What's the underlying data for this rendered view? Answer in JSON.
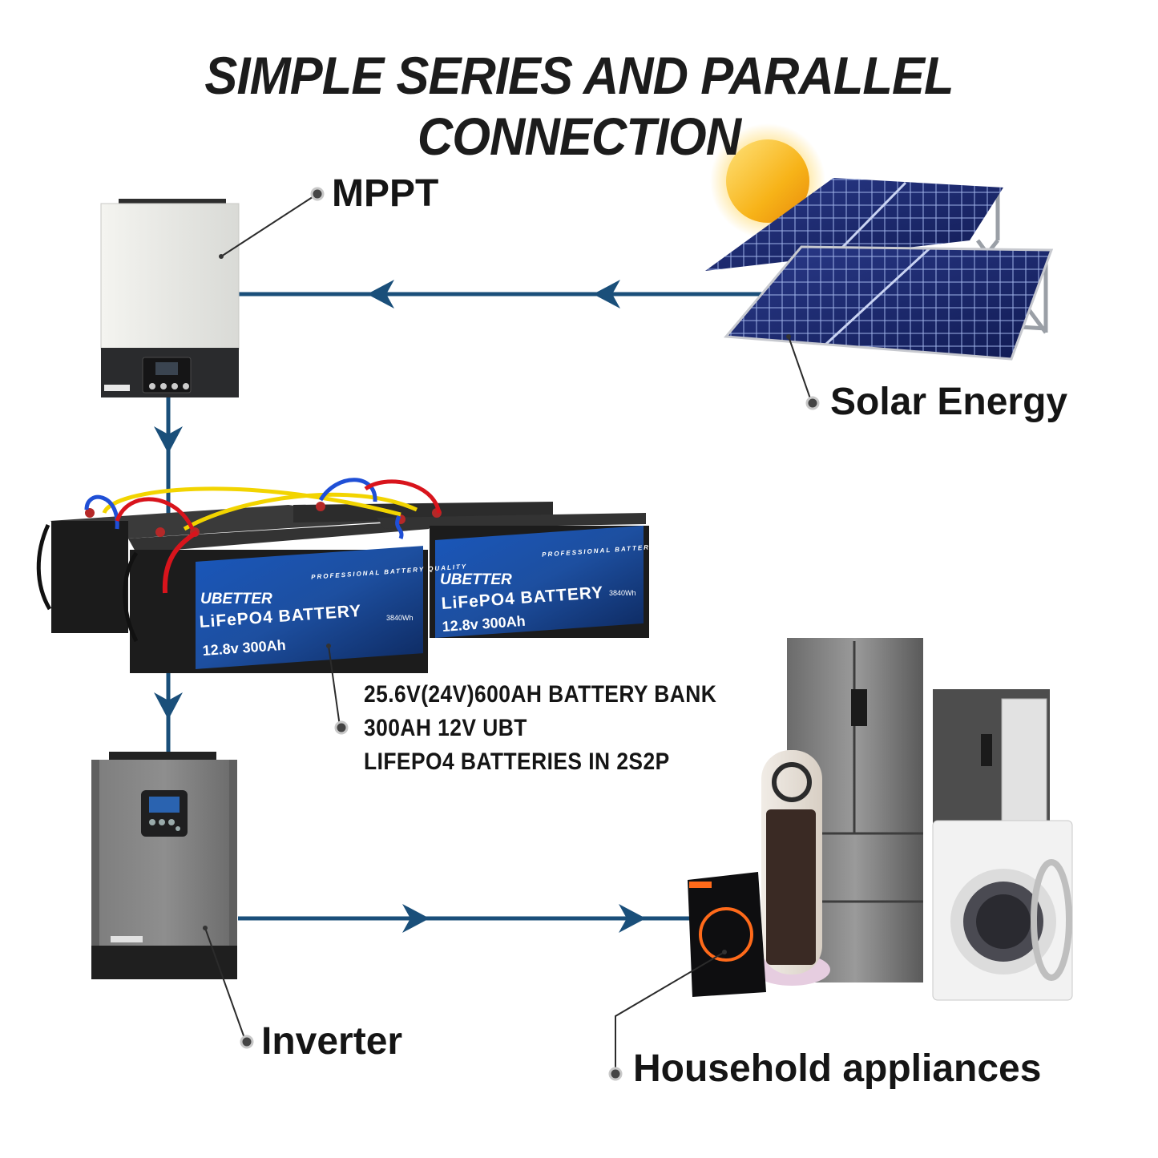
{
  "title": "SIMPLE SERIES AND PARALLEL CONNECTION",
  "labels": {
    "mppt": "MPPT",
    "solar": "Solar Energy",
    "inverter": "Inverter",
    "appliances": "Household appliances"
  },
  "battery_bank": {
    "lines": [
      "25.6V(24V)600AH BATTERY BANK",
      "300AH 12V UBT",
      "LIFEPO4 BATTERIES IN 2S2P"
    ]
  },
  "battery_label": {
    "brand": "UBETTER",
    "chemistry": "LiFePO4 BATTERY",
    "spec": "12.8v 300Ah",
    "quality": "PROFESSIONAL BATTERY QUALITY",
    "energy": "3840Wh"
  },
  "colors": {
    "connector": "#1a4f7a",
    "leader": "#2b2b2b",
    "battery_panel": "#1d4fa0",
    "cable_red": "#d8141c",
    "cable_blue": "#1f4fd6",
    "cable_yellow": "#f2d400"
  }
}
